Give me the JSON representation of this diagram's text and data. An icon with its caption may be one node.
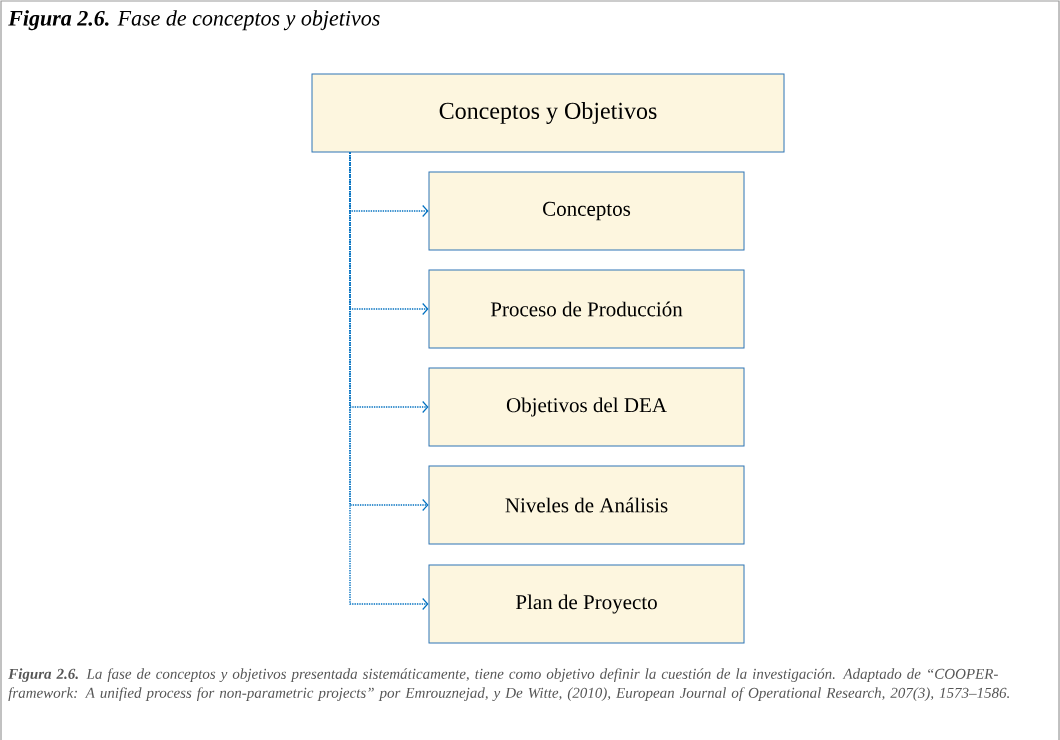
{
  "diagram": {
    "title": "**Figura 2.6.** Fase de conceptos y objetivos",
    "caption": "**Figura 2.6.** La fase de conceptos y objetivos presentada sistemáticamente, tiene como objetivo definir la cuestión de la investigación. Adaptado de “COOPER-framework: A unified process for non-parametric projects” por Emrouznejad, y De Witte, (2010), European Journal of Operational Research, 207(3), 1573–1586.",
    "nodes": [
      {
        "text": [
          "Conceptos y Objetivos"
        ]
      },
      {
        "text": [
          "Conceptos"
        ]
      },
      {
        "text": [
          "Proceso de Producción"
        ]
      },
      {
        "text": [
          "Objetivos del DEA"
        ]
      },
      {
        "text": [
          "Niveles de Análisis"
        ]
      },
      {
        "text": [
          "Plan de Proyecto"
        ]
      }
    ],
    "edges": [
      {
        "from": 0,
        "to": 1,
        "arrow": "to"
      },
      {
        "from": 0,
        "to": 2,
        "arrow": "to"
      },
      {
        "from": 0,
        "to": 3,
        "arrow": "to"
      },
      {
        "from": 0,
        "to": 4,
        "arrow": "to"
      },
      {
        "from": 0,
        "to": 5,
        "arrow": "to"
      }
    ]
  }
}
